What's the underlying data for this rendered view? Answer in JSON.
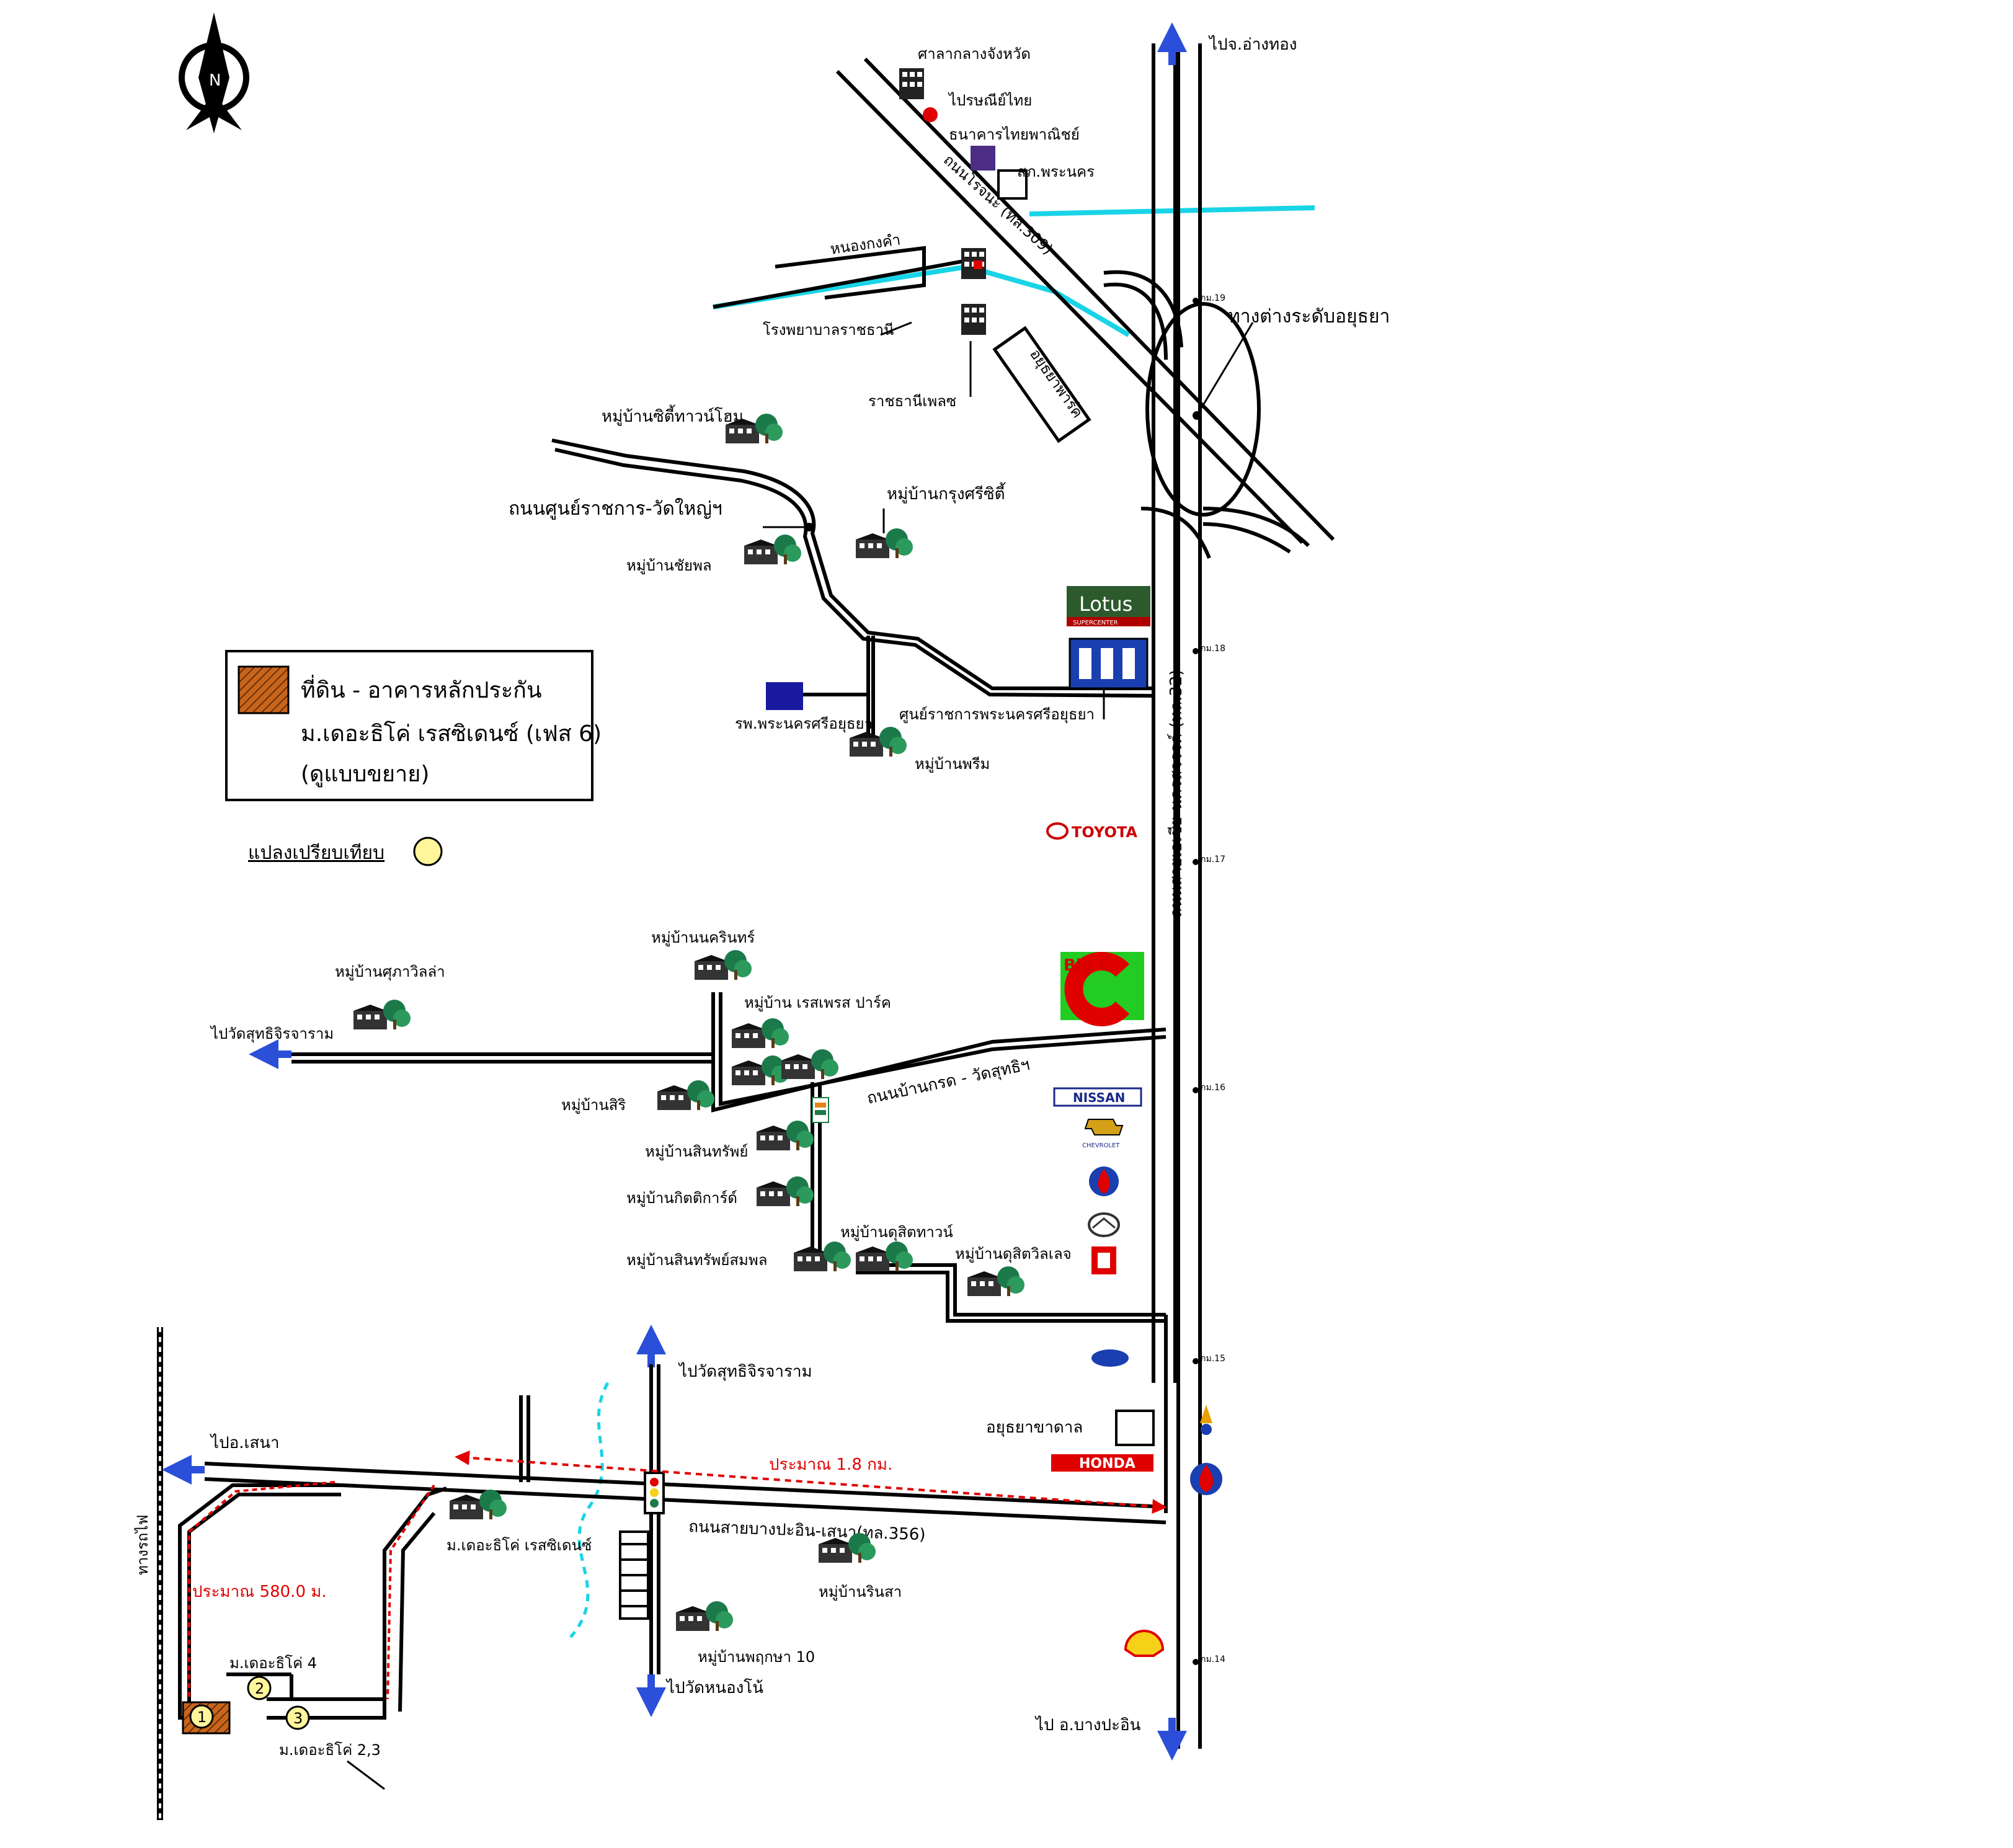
{
  "map": {
    "north_letter": "N",
    "legend": {
      "line1": "ที่ดิน - อาคารหลักประกัน",
      "line2": "ม.เดอะธิโค่ เรสซิเดนซ์ (เฟส 6)",
      "line3": "(ดูแบบขยาย)",
      "swatch_color": "#c8651b",
      "marker_label": "แปลงเปรียบเทียบ",
      "marker_color": "#fff59b"
    },
    "directions": {
      "to_angthong": "ไปจ.อ่างทอง",
      "to_bangpain": "ไป อ.บางปะอิน",
      "to_wat_suthi_left": "ไปวัดสุทธิจิรจาราม",
      "to_wat_suthi_top": "ไปวัดสุทธิจิรจาราม",
      "to_wat_nongnonglai": "ไปวัดหนองโน้",
      "to_sena": "ไปอ.เสนา"
    },
    "roads": {
      "asia_highway": "ถนนสายเอเชีย-นครสวรรค์ (ทล.32)",
      "rojana": "ถนนโรจนะ (ทล.309)",
      "sunratchakan": "ถนนศูนย์ราชการ-วัดใหญ่ฯ",
      "ban_krot": "ถนนบ้านกรด - วัดสุทธิฯ",
      "bangpain_sena": "ถนนสายบางปะอิน-เสนา(ทล.356)",
      "railway": "ทางรถไฟ",
      "interchange": "ทางต่างระดับอยุธยา",
      "nong_kong_kham": "หนองกงคำ"
    },
    "landmarks": {
      "city_hall_school": "ศาลากลางจังหวัด",
      "post_office": "ไปรษณีย์ไทย",
      "bank": "ธนาคารไทยพาณิชย์",
      "police": "สภ.พระนคร",
      "hospital": "โรงพยาบาลราชธานี",
      "ratchathani": "ราชธานีเพลซ",
      "ayutthaya_park": "อยุธยาพาร์ค",
      "lotus": "Lotus",
      "lotus_sub": "SUPERCENTER",
      "gov_center": "ศูนย์ราชการพระนครศรีอยุธยา",
      "hospital_gov": "รพ.พระนครศรีอยุธยา",
      "toyota": "TOYOTA",
      "bigc": "Big C",
      "nissan": "NISSAN",
      "chevrolet": "CHEVROLET",
      "ayutthaya_hosp": "อยุธยาขาดาล",
      "honda": "HONDA"
    },
    "villages": {
      "v_city_home": "หมู่บ้านซิตี้ทาวน์โฮม",
      "v_krungsri_city": "หมู่บ้านกรุงศรีซิตี้",
      "v_chaiyaphon": "หมู่บ้านชัยพล",
      "v_prime": "หมู่บ้านพรีม",
      "v_nakrin": "หมู่บ้านนครินทร์",
      "v_sanvilla": "หมู่บ้านศุภาวิลล่า",
      "v_royal": "หมู่บ้าน เรสเพรส ปาร์ค",
      "v_siri": "หมู่บ้านสิริ",
      "v_sinsap": "หมู่บ้านสินทรัพย์",
      "v_kittinan": "หมู่บ้านกิตติการ์ด์",
      "v_sinsap_sompon": "หมู่บ้านสินทรัพย์สมพล",
      "v_dusit_town": "หมู่บ้านดุสิตทาวน์",
      "v_dusit_village": "หมู่บ้านดุสิตวิลเลจ",
      "v_thico": "ม.เดอะธิโค่ เรสซิเดนซ์",
      "v_rinsa": "หมู่บ้านรินสา",
      "v_phruek": "หมู่บ้านพฤกษา 10",
      "v_thico4": "ม.เดอะธิโค่ 4",
      "v_thico23": "ม.เดอะธิโค่ 2,3"
    },
    "km_markers": [
      "กม.19",
      "กม.18",
      "กม.17",
      "กม.16",
      "กม.15",
      "กม.14"
    ],
    "distances": {
      "road_dist": "ประมาณ 1.8 กม.",
      "soi_dist": "ประมาณ 580.0 ม."
    },
    "parcels": [
      "1",
      "2",
      "3"
    ],
    "colors": {
      "road": "#000000",
      "river": "#19d4e6",
      "arrow_blue": "#2b4fd8",
      "dist_red": "#e00000",
      "tree": "#1c7a4a"
    }
  }
}
